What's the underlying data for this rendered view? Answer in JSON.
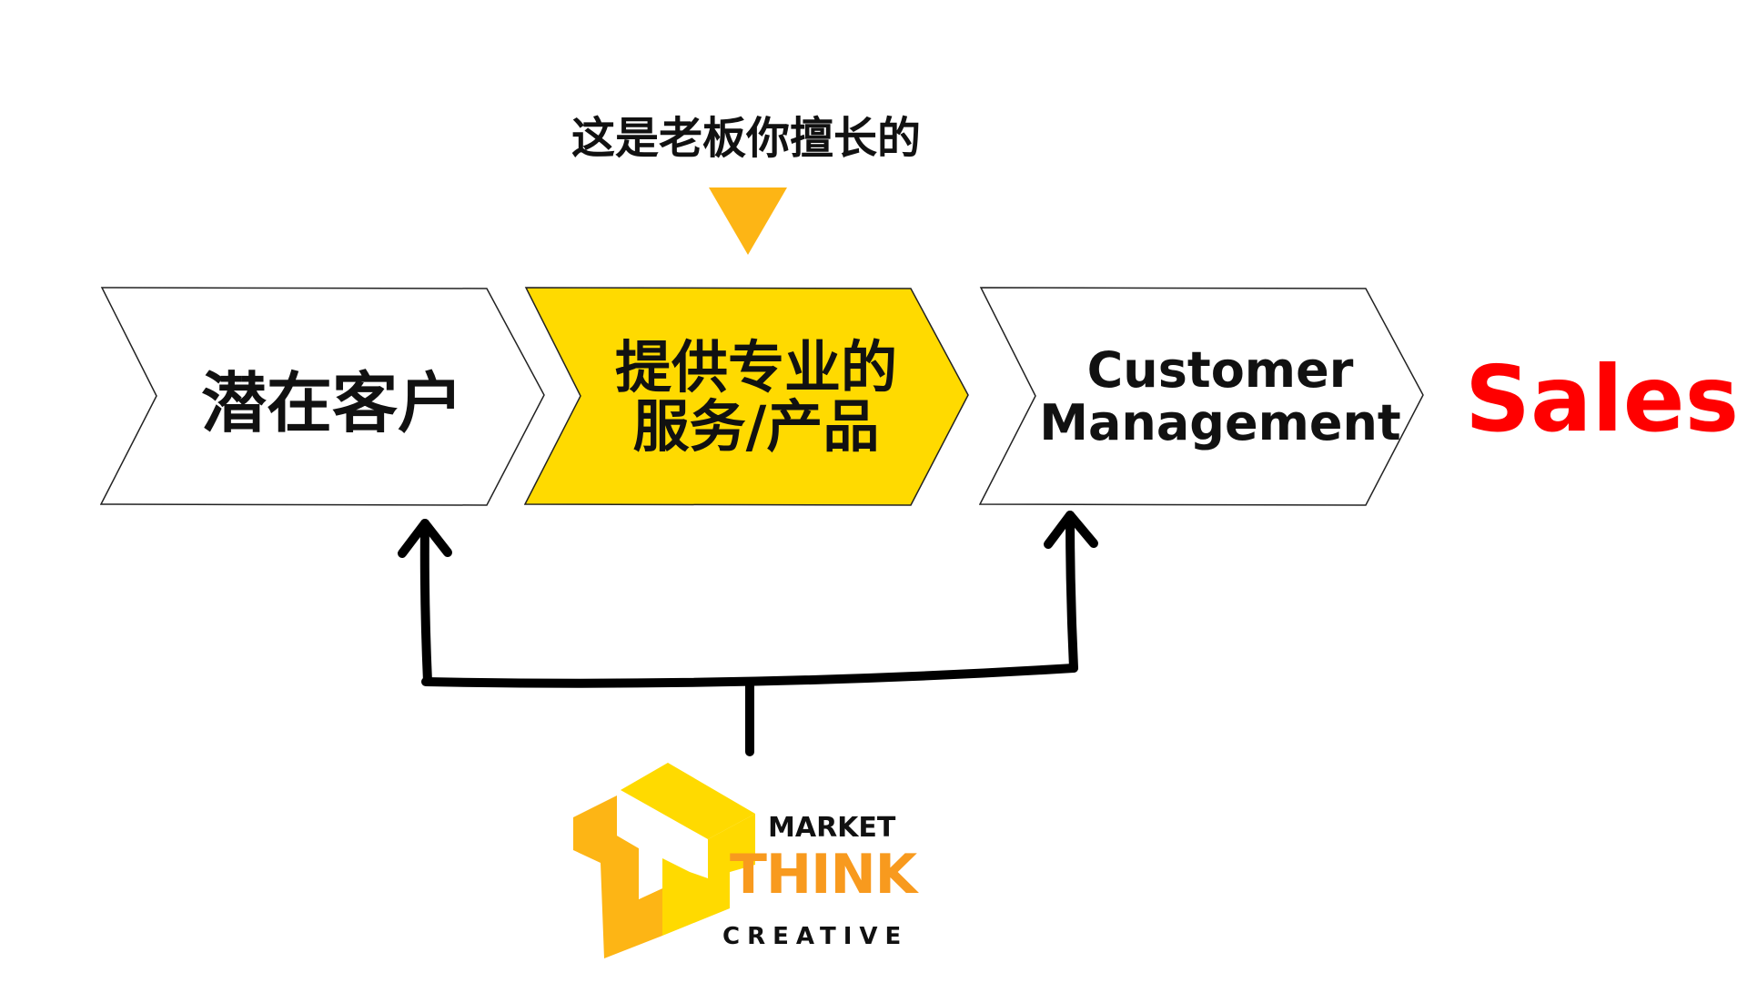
{
  "title": "这是老板你擅长的",
  "steps": [
    {
      "label": "潜在客户"
    },
    {
      "label_line1": "提供专业的",
      "label_line2": "服务/产品"
    },
    {
      "label_line1": "Customer",
      "label_line2": "Management"
    }
  ],
  "result": "Sales",
  "logo": {
    "line1": "MARKET",
    "line2": "THINK",
    "line3": "CREATIVE"
  },
  "colors": {
    "highlight": "#FFDA00",
    "pointer": "#FDB515",
    "sales": "#FF0000",
    "logo_orange": "#F89A1E"
  }
}
